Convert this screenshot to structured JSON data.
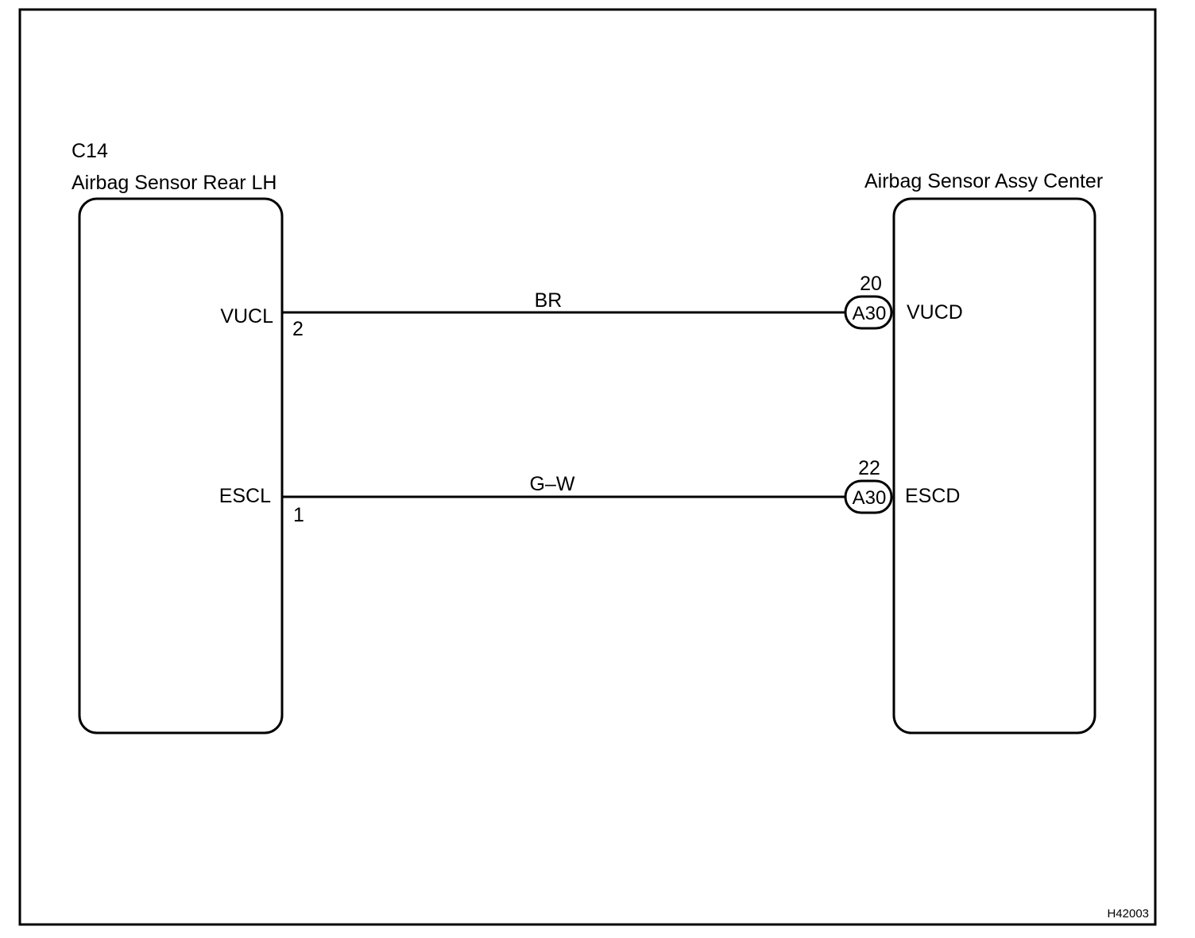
{
  "left_component": {
    "code": "C14",
    "name": "Airbag Sensor Rear LH"
  },
  "right_component": {
    "name": "Airbag Sensor Assy Center"
  },
  "wires": [
    {
      "color_code": "BR",
      "left_terminal_label": "VUCL",
      "left_pin": "2",
      "connector": "A30",
      "right_pin": "20",
      "right_terminal_label": "VUCD"
    },
    {
      "color_code": "G–W",
      "left_terminal_label": "ESCL",
      "left_pin": "1",
      "connector": "A30",
      "right_pin": "22",
      "right_terminal_label": "ESCD"
    }
  ],
  "figure_id": "H42003"
}
